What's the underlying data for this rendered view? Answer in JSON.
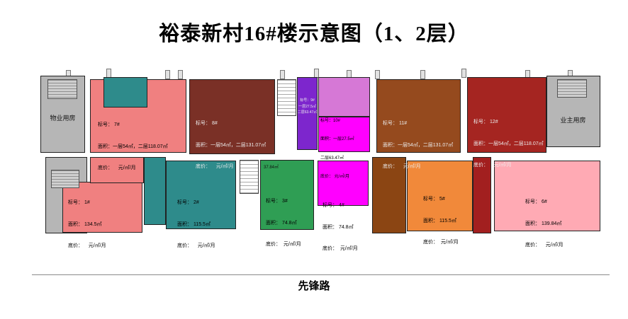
{
  "title": "裕泰新村16#楼示意图（1、2层）",
  "road": {
    "label": "先锋路"
  },
  "side_buildings": {
    "left_label": "物业用房",
    "right_label": "业主用房",
    "color": "#b6b6b6"
  },
  "accent_blocks": {
    "brown": "#8b4513",
    "dark_red": "#a21f1f"
  },
  "upper_units": [
    {
      "no": "7#",
      "label": "标号： 7#",
      "area": "面积：一层54㎡，二层118.07㎡",
      "price": "底价：    元/㎡/月",
      "color": "#f08080",
      "wing_color": "#2e8b8b"
    },
    {
      "no": "8#",
      "label": "标号： 8#",
      "area": "面积：一层54㎡，二层131.07㎡",
      "price": "底价：    元/㎡/月",
      "color": "#7a3026"
    },
    {
      "no": "9#",
      "label": "标号：9#",
      "area": "一层27.5㎡",
      "area2": "二层63.47㎡",
      "color": "#7d26cd"
    },
    {
      "no": "10#",
      "label": "标号：10#",
      "area": "面积：一层27.5㎡",
      "area2": "二层63.47㎡",
      "price": "底价： 元/㎡/月",
      "color": "#d678d6",
      "lower_color": "#ff00ff"
    },
    {
      "no": "11#",
      "label": "标号： 11#",
      "area": "面积：一层54㎡，二层131.07㎡",
      "price": "底价：    元/㎡/月",
      "color": "#954a1e"
    },
    {
      "no": "12#",
      "label": "标号： 12#",
      "area": "面积：一层54㎡，二层118.07㎡",
      "price": "底价：    元/㎡/月",
      "color": "#a52521"
    }
  ],
  "lower_units": [
    {
      "no": "1#",
      "label": "标号： 1#",
      "area": "面积： 134.5㎡",
      "price": "底价：    元/㎡/月",
      "color": "#f08080"
    },
    {
      "no": "2#",
      "label": "标号： 2#",
      "area": "面积： 115.5㎡",
      "price": "底价：    元/㎡/月",
      "color": "#2e8b8b"
    },
    {
      "no": "3#",
      "label": "标号： 3#",
      "area": "面积： 74.8㎡",
      "price": "底价：  元/㎡/月",
      "color": "#2f9e54",
      "annotation": "37.84㎡"
    },
    {
      "no": "4#",
      "label": "标号： 4#",
      "area": "面积： 74.8㎡",
      "price": "底价：  元/㎡/月",
      "color": "#ff00ff"
    },
    {
      "no": "5#",
      "label": "标号： 5#",
      "area": "面积： 115.5㎡",
      "price": "底价：  元/㎡/月",
      "color": "#f1893a"
    },
    {
      "no": "6#",
      "label": "标号： 6#",
      "area": "面积： 139.84㎡",
      "price": "底价：    元/㎡/月",
      "color": "#ffaab4"
    }
  ]
}
